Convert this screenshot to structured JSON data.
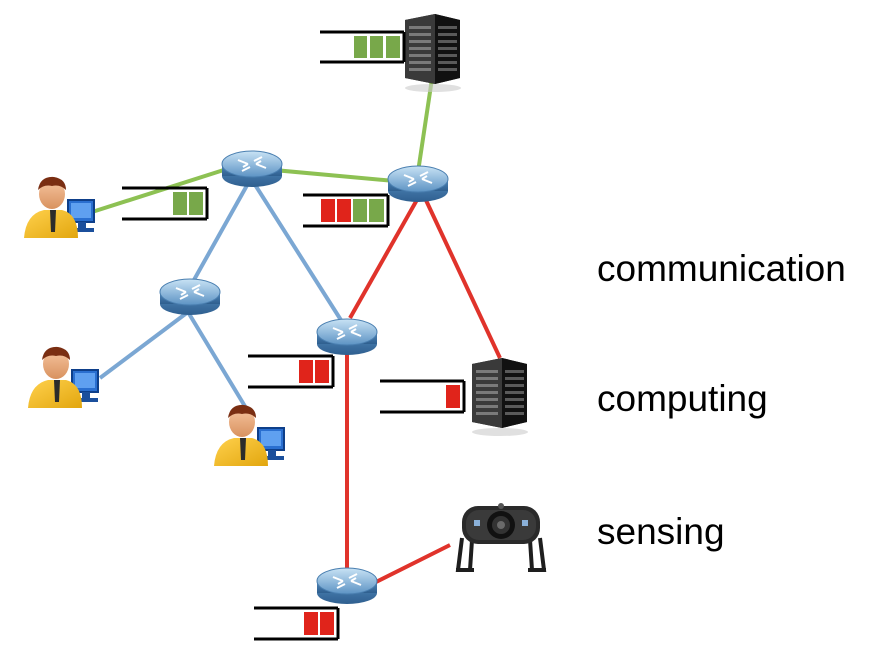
{
  "legend": {
    "communication": "communication",
    "computing": "computing",
    "sensing": "sensing"
  },
  "colors": {
    "green": "#8dc153",
    "blue": "#7ba7d3",
    "red": "#e0332b",
    "queue_green": "#78a84a",
    "queue_red": "#e0241b"
  },
  "icons": [
    "router-icon",
    "server-icon",
    "user-computer-icon",
    "camera-icon"
  ],
  "queues": [
    {
      "name": "top-server-queue",
      "slots": [
        "green",
        "green",
        "green"
      ]
    },
    {
      "name": "user-1-queue",
      "slots": [
        "green",
        "green"
      ]
    },
    {
      "name": "router-2-queue",
      "slots": [
        "red",
        "red",
        "green",
        "green"
      ]
    },
    {
      "name": "router-4-queue",
      "slots": [
        "red",
        "red"
      ]
    },
    {
      "name": "mid-server-queue",
      "slots": [
        "red"
      ]
    },
    {
      "name": "router-5-queue",
      "slots": [
        "red",
        "red"
      ]
    }
  ]
}
